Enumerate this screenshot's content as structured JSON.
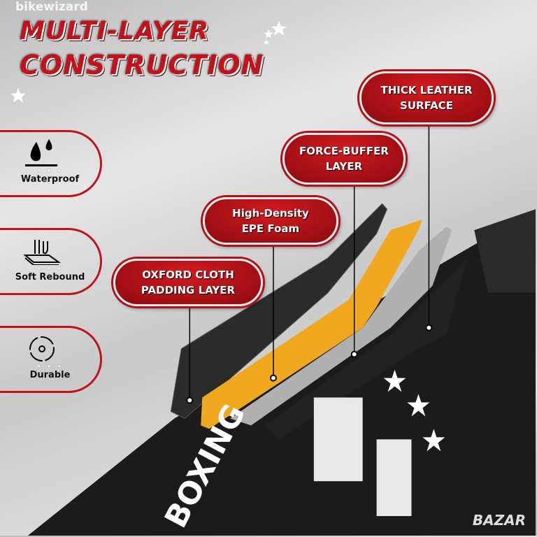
{
  "watermark": "bikewizard",
  "corner_watermark": "BAZAR",
  "title": {
    "line1": "MULTI-LAYER",
    "line2": "CONSTRUCTION"
  },
  "features": [
    {
      "icon": "water-drop-icon",
      "label": "Waterproof",
      "stars": "★ ★ ★"
    },
    {
      "icon": "soft-rebound-icon",
      "label": "Soft Rebound",
      "stars": "★ ★ ★"
    },
    {
      "icon": "durable-cycle-icon",
      "label": "Durable",
      "stars": "★ ★ ★"
    }
  ],
  "layers": [
    {
      "line1": "OXFORD CLOTH",
      "line2": "PADDING LAYER"
    },
    {
      "line1": "High-Density",
      "line2": "EPE Foam"
    },
    {
      "line1": "FORCE-BUFFER",
      "line2": "LAYER"
    },
    {
      "line1": "THICK LEATHER",
      "line2": "SURFACE"
    }
  ],
  "product_print": "BOXING",
  "colors": {
    "accent": "#c4121a",
    "foam": "#f0a820",
    "leather": "#1a1a1a"
  }
}
